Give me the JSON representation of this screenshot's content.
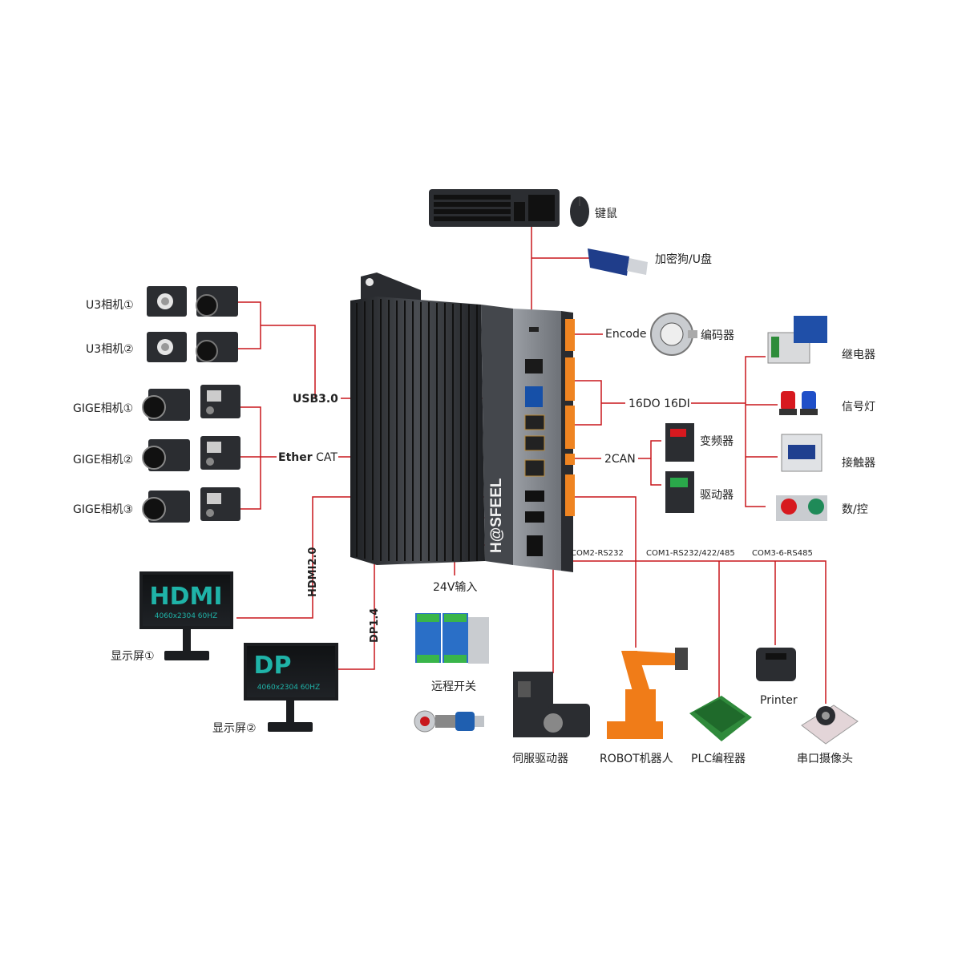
{
  "colors": {
    "wire": "#c8171c",
    "screen_text": "#1fb3a8",
    "device_dark": "#2b2d31"
  },
  "brand": "H@SFEEL",
  "peripherals": {
    "keyboard_mouse": "键鼠",
    "dongle": "加密狗/U盘",
    "encoder_port": "Encode",
    "encoder": "编码器",
    "dio": "16DO 16DI",
    "relay": "继电器",
    "signal_light": "信号灯",
    "contactor": "接触器",
    "digital_control": "数/控",
    "can": "2CAN",
    "inverter": "变频器",
    "driver": "驱动器"
  },
  "cameras": {
    "u3_1": "U3相机①",
    "u3_2": "U3相机②",
    "gige_1": "GIGE相机①",
    "gige_2": "GIGE相机②",
    "gige_3": "GIGE相机③",
    "usb": "USB3.0",
    "ethercat_bold": "Ether",
    "ethercat_rest": " CAT"
  },
  "displays": {
    "hdmi_port": "HDMI2.0",
    "dp_port": "DP1.4",
    "screen1_big": "HDMI",
    "screen1_small": "4060x2304 60HZ",
    "screen1_label": "显示屏①",
    "screen2_big": "DP",
    "screen2_small": "4060x2304 60HZ",
    "screen2_label": "显示屏②"
  },
  "power": {
    "input": "24V输入",
    "remote_switch": "远程开关"
  },
  "com": {
    "com2": "COM2-RS232",
    "com1": "COM1-RS232/422/485",
    "com3": "COM3-6-RS485",
    "servo": "伺服驱动器",
    "robot": "ROBOT机器人",
    "plc": "PLC编程器",
    "printer": "Printer",
    "serial_camera": "串口摄像头"
  }
}
